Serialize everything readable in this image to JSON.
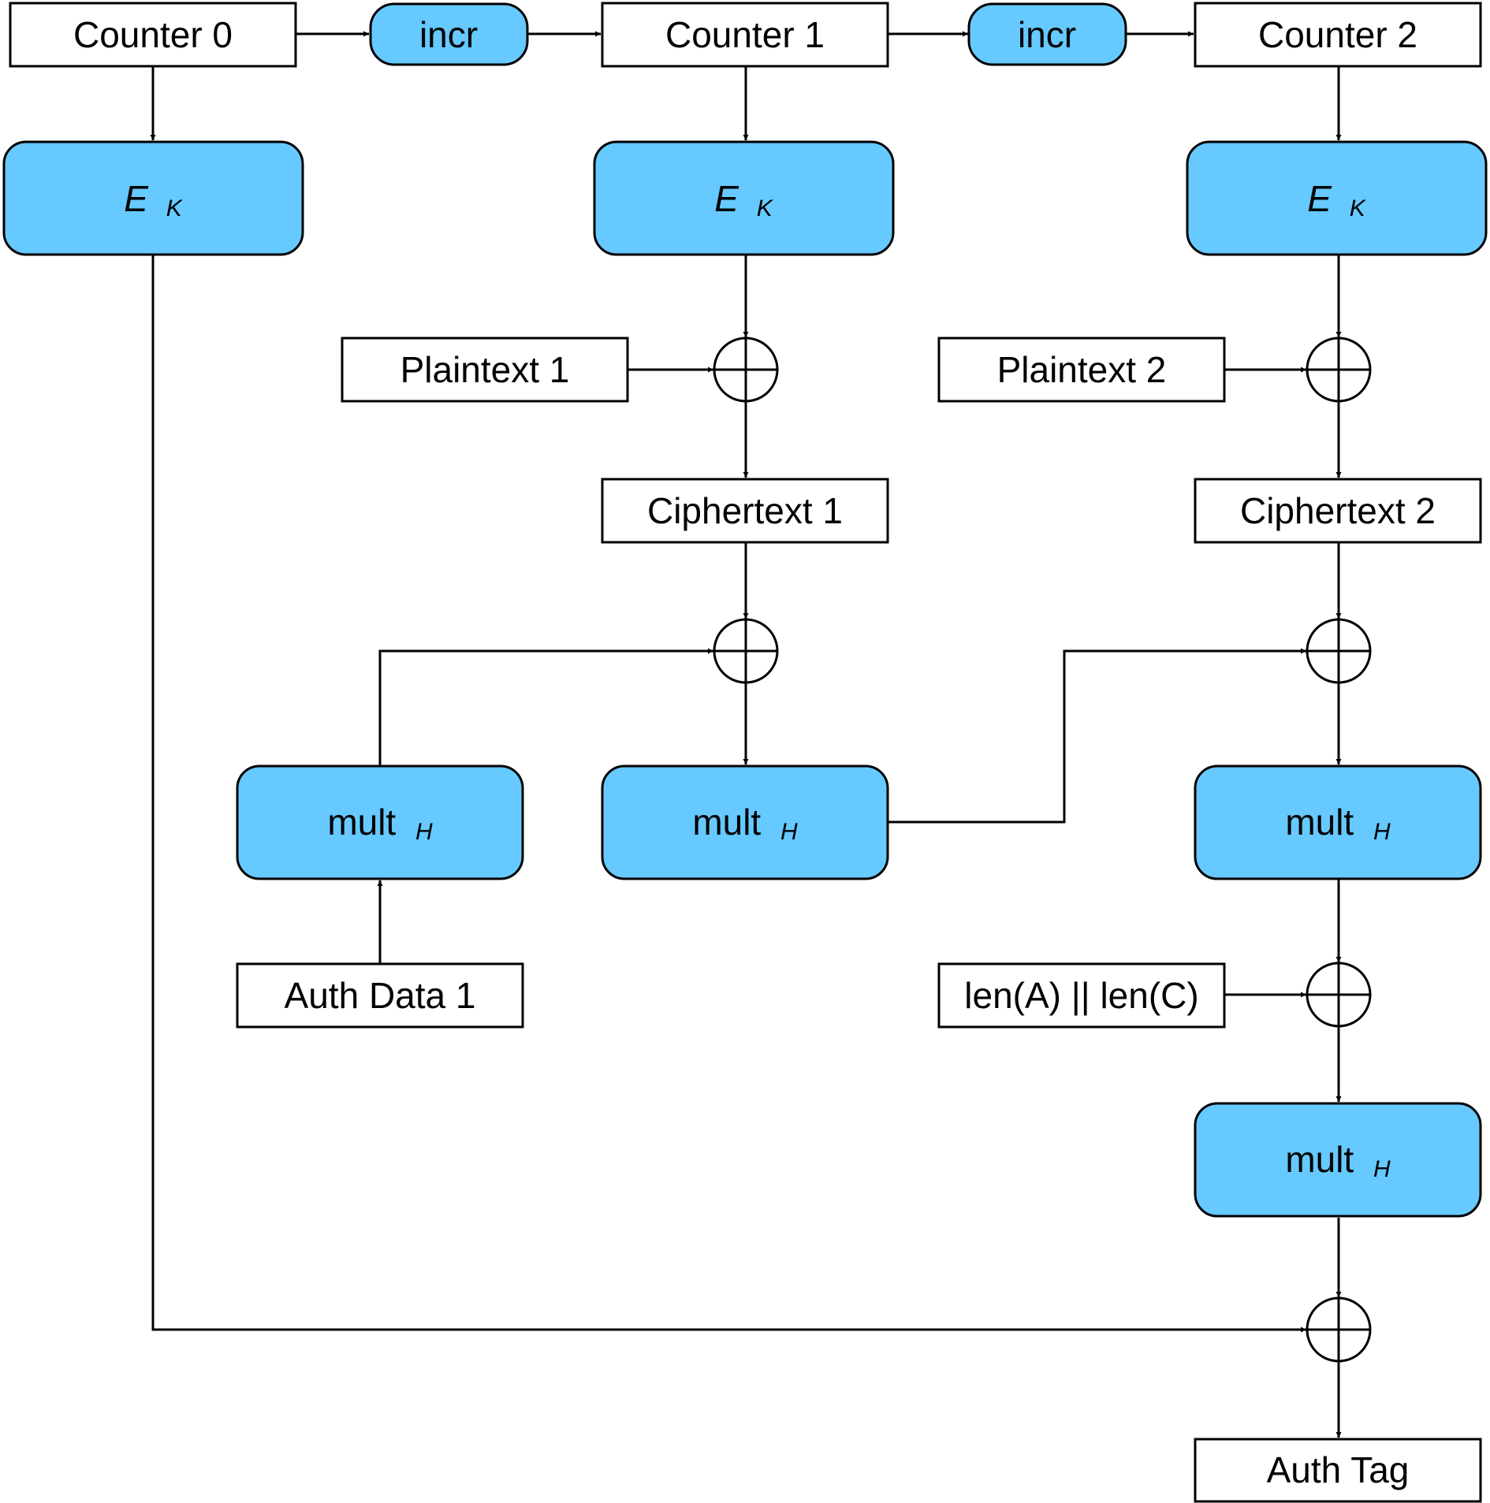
{
  "colors": {
    "process_fill": "#66c9ff",
    "box_fill": "#ffffff",
    "stroke": "#000000"
  },
  "counters": [
    "Counter 0",
    "Counter 1",
    "Counter 2"
  ],
  "incr": [
    "incr",
    "incr"
  ],
  "encrypt": {
    "symbol": "E",
    "subscript": "K"
  },
  "plaintexts": [
    "Plaintext 1",
    "Plaintext 2"
  ],
  "ciphertexts": [
    "Ciphertext 1",
    "Ciphertext 2"
  ],
  "mult": {
    "label": "mult",
    "subscript": "H"
  },
  "auth_data": "Auth Data 1",
  "lengths": "len(A) || len(C)",
  "auth_tag": "Auth Tag"
}
